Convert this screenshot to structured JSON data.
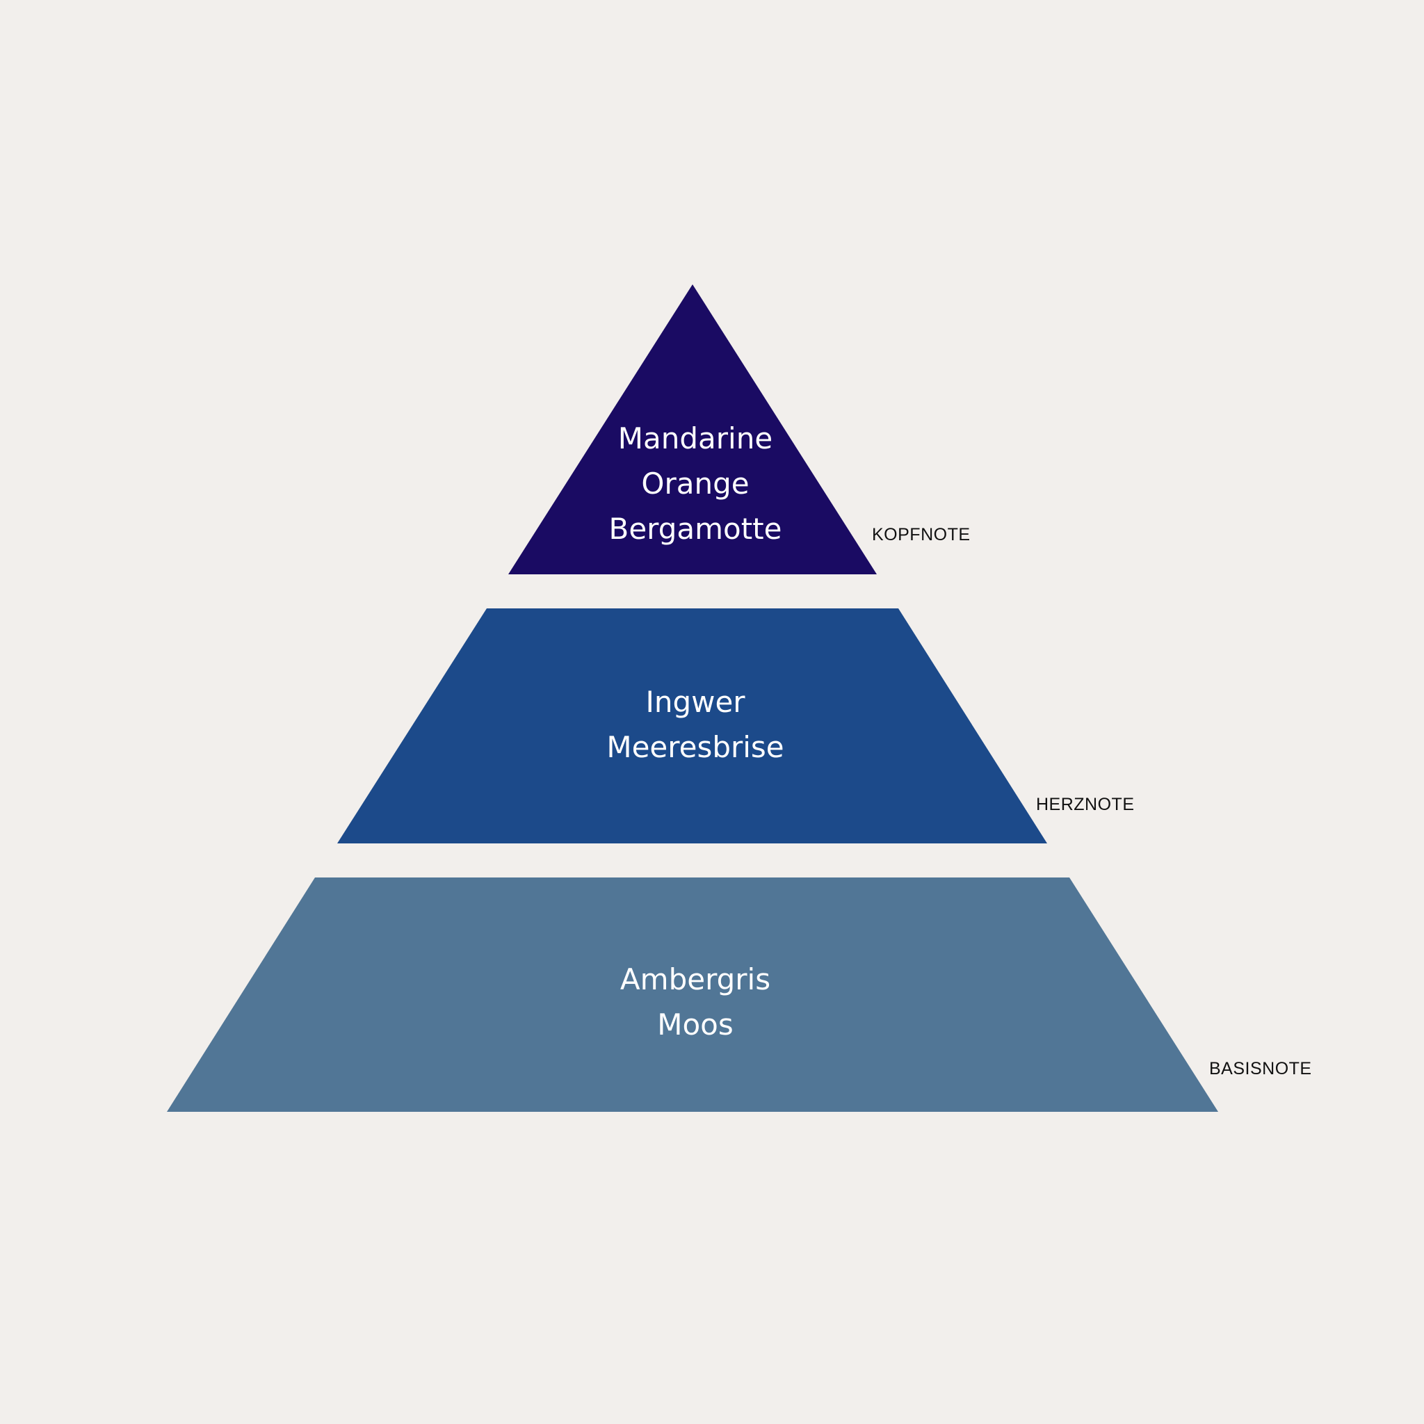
{
  "tiers": [
    {
      "label": "KOPFNOTE",
      "notes": [
        "Mandarine",
        "Orange",
        "Bergamotte"
      ],
      "color": "#1a0b63"
    },
    {
      "label": "HERZNOTE",
      "notes": [
        "Ingwer",
        "Meeresbrise"
      ],
      "color": "#1c4a8a"
    },
    {
      "label": "BASISNOTE",
      "notes": [
        "Ambergris",
        "Moos"
      ],
      "color": "#517696"
    }
  ],
  "background": "#f2efec"
}
